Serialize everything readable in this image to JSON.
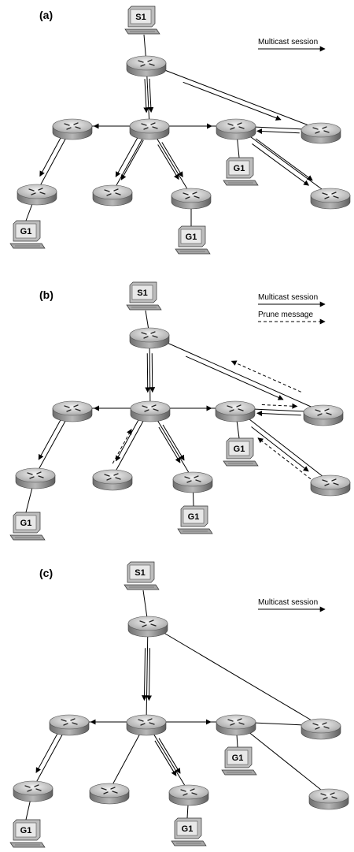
{
  "panels": [
    {
      "label": "(a)",
      "legend": [
        {
          "text": "Multicast session",
          "style": "solid"
        }
      ],
      "source": {
        "label": "S1"
      },
      "members": [
        {
          "label": "G1"
        },
        {
          "label": "G1"
        },
        {
          "label": "G1"
        }
      ]
    },
    {
      "label": "(b)",
      "legend": [
        {
          "text": "Multicast session",
          "style": "solid"
        },
        {
          "text": "Prune message",
          "style": "dashed"
        }
      ],
      "source": {
        "label": "S1"
      },
      "members": [
        {
          "label": "G1"
        },
        {
          "label": "G1"
        },
        {
          "label": "G1"
        }
      ]
    },
    {
      "label": "(c)",
      "legend": [
        {
          "text": "Multicast session",
          "style": "solid"
        }
      ],
      "source": {
        "label": "S1"
      },
      "members": [
        {
          "label": "G1"
        },
        {
          "label": "G1"
        },
        {
          "label": "G1"
        }
      ]
    }
  ],
  "colors": {
    "router_top": "#d9d9d9",
    "router_side": "#8a8a8a",
    "line": "#000000"
  }
}
